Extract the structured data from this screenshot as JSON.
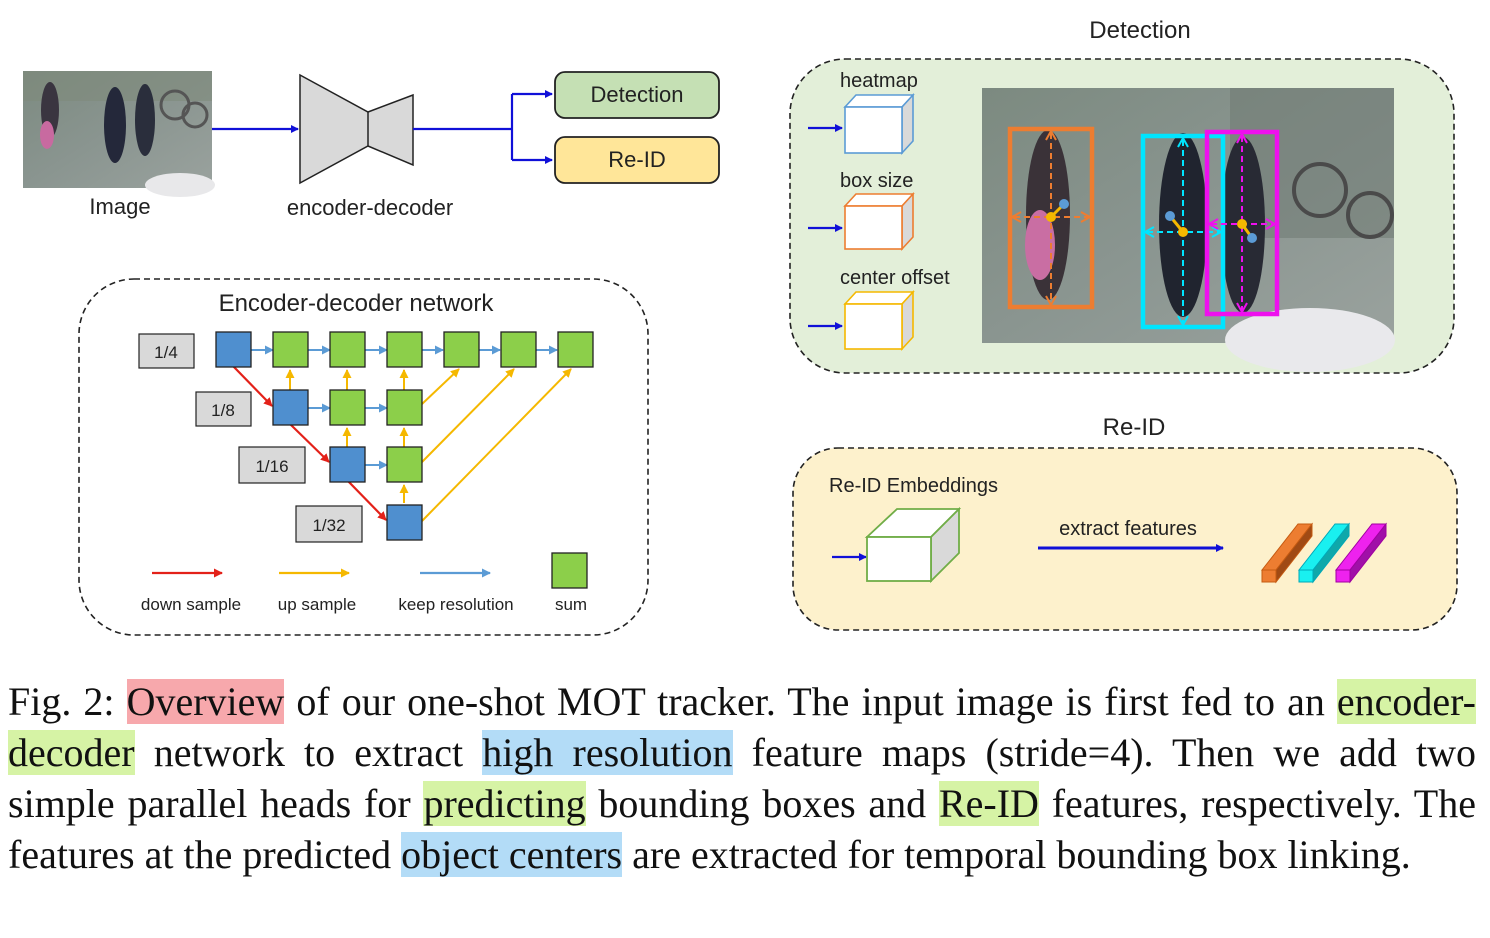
{
  "pipeline": {
    "image_label": "Image",
    "encoder_label": "encoder-decoder",
    "detection_head": "Detection",
    "reid_head": "Re-ID"
  },
  "encoder_network": {
    "title": "Encoder-decoder network",
    "scales": [
      "1/4",
      "1/8",
      "1/16",
      "1/32"
    ],
    "legend": {
      "down": "down sample",
      "up": "up sample",
      "keep": "keep resolution",
      "sum": "sum"
    }
  },
  "detection_panel": {
    "title": "Detection",
    "heatmap": "heatmap",
    "box_size": "box size",
    "center_offset": "center offset"
  },
  "reid_panel": {
    "title": "Re-ID",
    "embeddings": "Re-ID Embeddings",
    "extract": "extract features"
  },
  "caption": {
    "prefix": "Fig. 2: ",
    "h1": "Overview",
    "t1": " of our one-shot MOT tracker. The input image is first fed to an ",
    "h2": "encoder-decoder",
    "t2": " network to extract ",
    "h3": "high resolution",
    "t3": " feature maps (stride=4). Then we add two simple parallel heads for ",
    "h4": "predicting",
    "t4": " bounding boxes and ",
    "h5": "Re-ID",
    "t5": " features, respectively. The features at the predicted ",
    "h6": "object centers",
    "t6": " are extracted for temporal bounding box linking."
  },
  "colors": {
    "blue_block": "#4f8fcf",
    "green_block": "#8ccf4a",
    "down_arrow": "#e32119",
    "up_arrow": "#f5b800",
    "keep_arrow": "#5b9bd5",
    "detection_bg": "#e3efd9",
    "reid_bg": "#fdf1cc"
  }
}
